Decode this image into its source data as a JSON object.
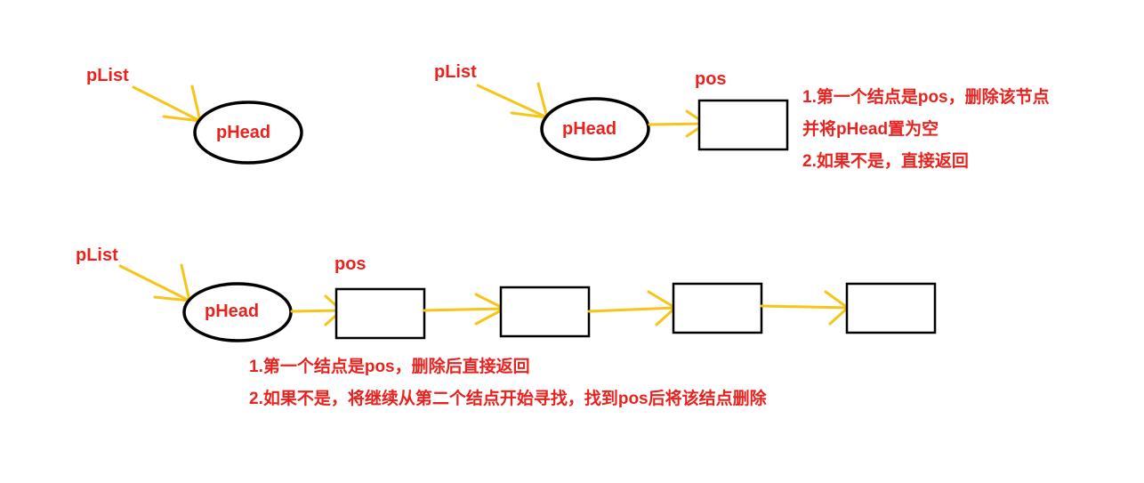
{
  "colors": {
    "text": "#e8231f",
    "arrow": "#f5c518",
    "stroke": "#000000",
    "background": "#ffffff"
  },
  "diagram1": {
    "plist_label": "pList",
    "head_label": "pHead"
  },
  "diagram2": {
    "plist_label": "pList",
    "head_label": "pHead",
    "pos_label": "pos",
    "notes": [
      "1.第一个结点是pos，删除该节点",
      "并将pHead置为空",
      "2.如果不是，直接返回"
    ]
  },
  "diagram3": {
    "plist_label": "pList",
    "head_label": "pHead",
    "pos_label": "pos",
    "notes": [
      "1.第一个结点是pos，删除后直接返回",
      "2.如果不是，将继续从第二个结点开始寻找，找到pos后将该结点删除"
    ]
  }
}
